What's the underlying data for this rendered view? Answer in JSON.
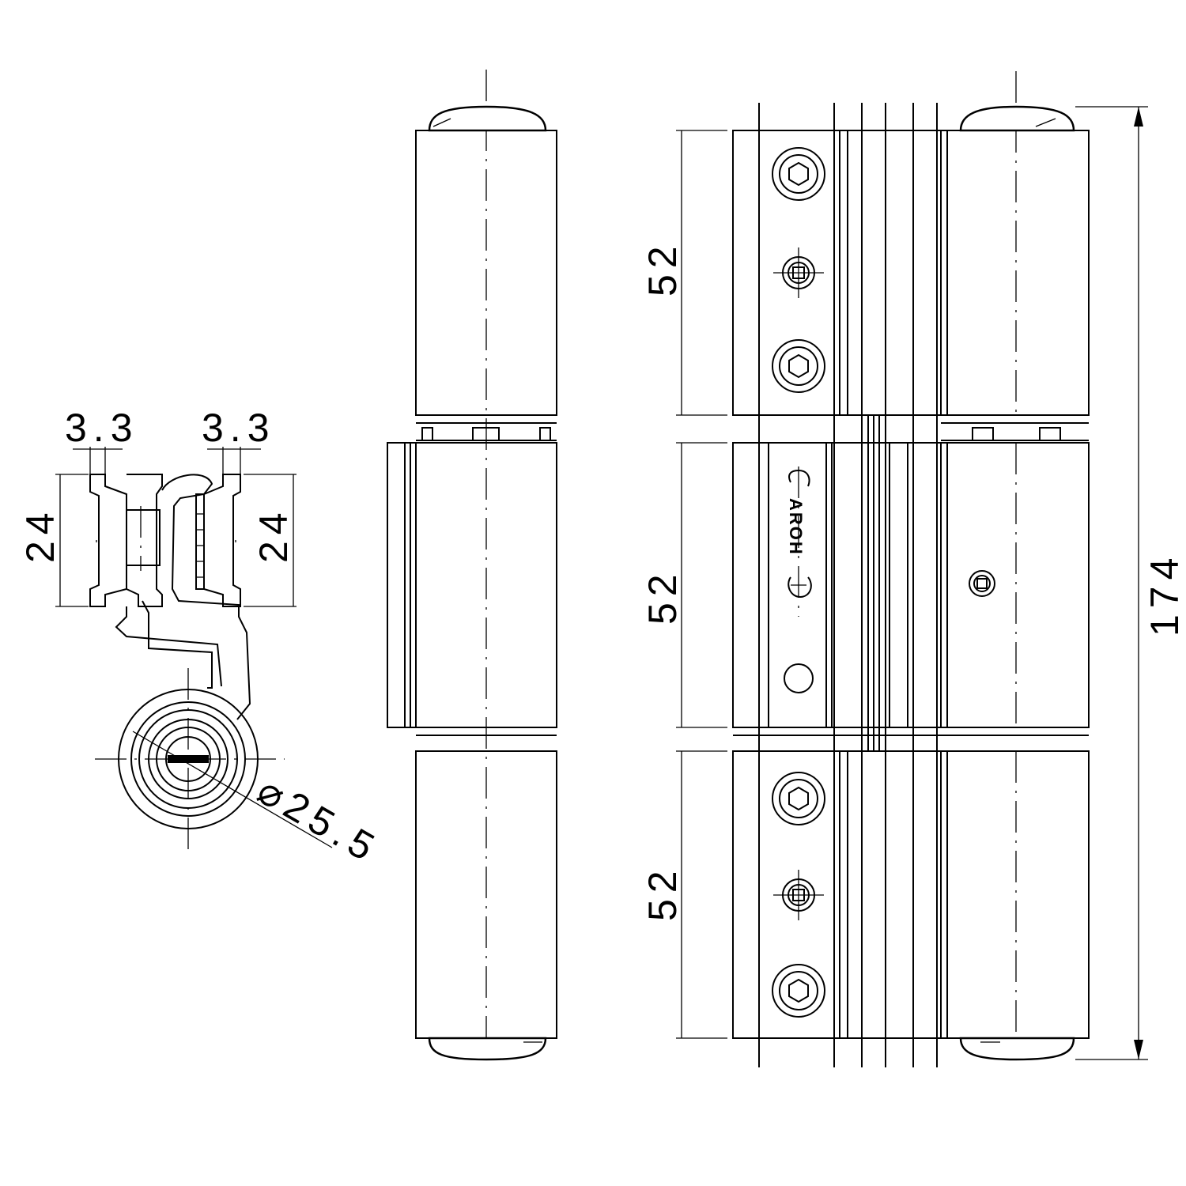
{
  "dimensions": {
    "wall_left": "3.3",
    "wall_right": "3.3",
    "height_left": "24",
    "height_right": "24",
    "barrel_diameter": "⌀25.5",
    "leaf_top": "52",
    "leaf_middle": "52",
    "leaf_bottom": "52",
    "overall_height": "174"
  },
  "brand": "AROH"
}
